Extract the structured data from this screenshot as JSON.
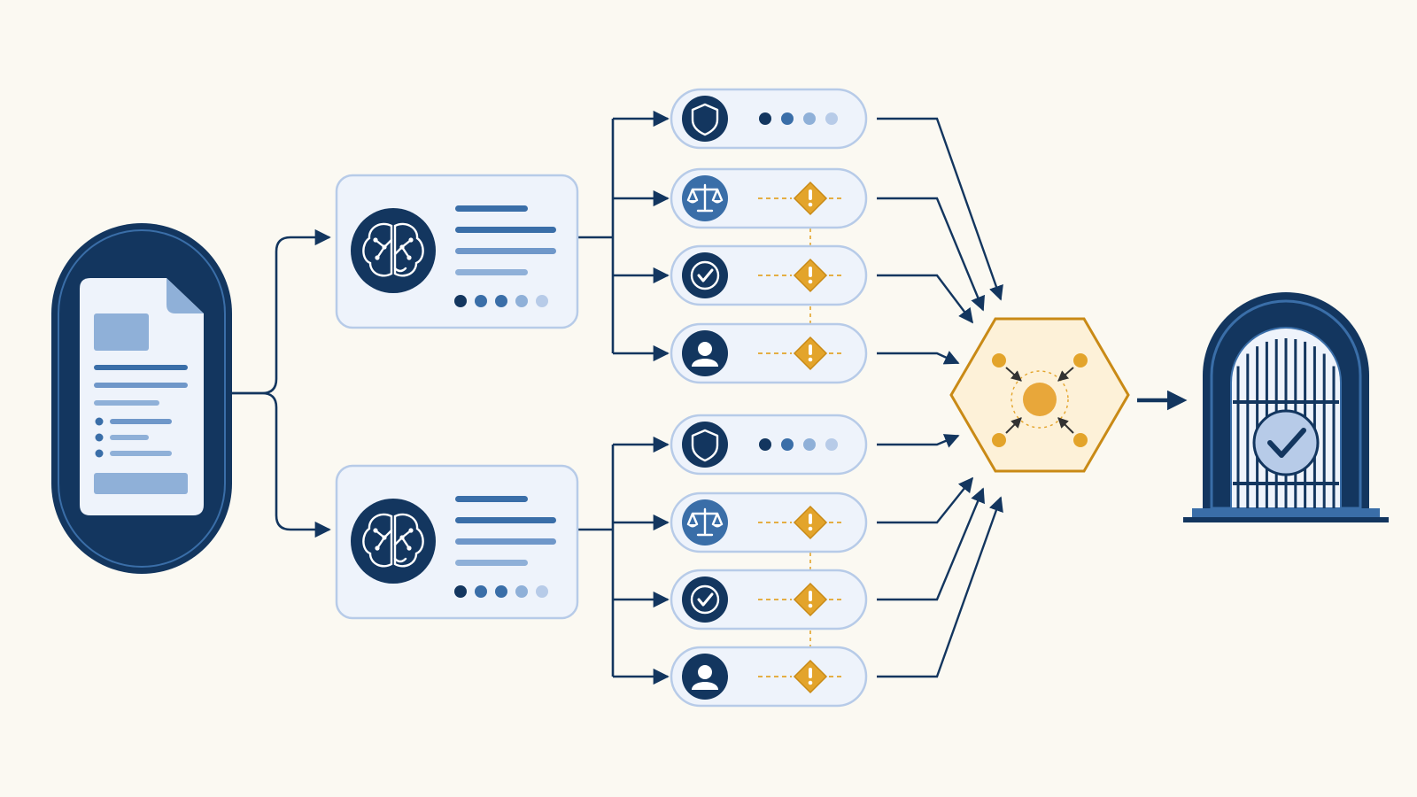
{
  "colors": {
    "background": "#fbf9f2",
    "navy": "#13365f",
    "mid_blue": "#3a6ea8",
    "light_blue": "#8fb0d8",
    "pale_blue": "#eef3fb",
    "border_blue": "#b7cbe8",
    "amber": "#e3a42b",
    "amber_dark": "#c98a16",
    "hex_fill": "#fdf1d8"
  },
  "nodes": {
    "source": {
      "icon": "document-icon"
    },
    "models": [
      {
        "icon": "brain-icon",
        "progress": 0.6
      },
      {
        "icon": "brain-icon",
        "progress": 0.6
      }
    ],
    "checks": [
      {
        "group": 0,
        "icon": "shield-icon",
        "status": "dots"
      },
      {
        "group": 0,
        "icon": "scales-icon",
        "status": "alert-icon"
      },
      {
        "group": 0,
        "icon": "check-circle-icon",
        "status": "alert-icon"
      },
      {
        "group": 0,
        "icon": "user-icon",
        "status": "alert-icon"
      },
      {
        "group": 1,
        "icon": "shield-icon",
        "status": "dots"
      },
      {
        "group": 1,
        "icon": "scales-icon",
        "status": "alert-icon"
      },
      {
        "group": 1,
        "icon": "check-circle-icon",
        "status": "alert-icon"
      },
      {
        "group": 1,
        "icon": "user-icon",
        "status": "alert-icon"
      }
    ],
    "aggregator": {
      "icon": "converge-icon"
    },
    "gate": {
      "icon": "gate-check-icon"
    }
  }
}
